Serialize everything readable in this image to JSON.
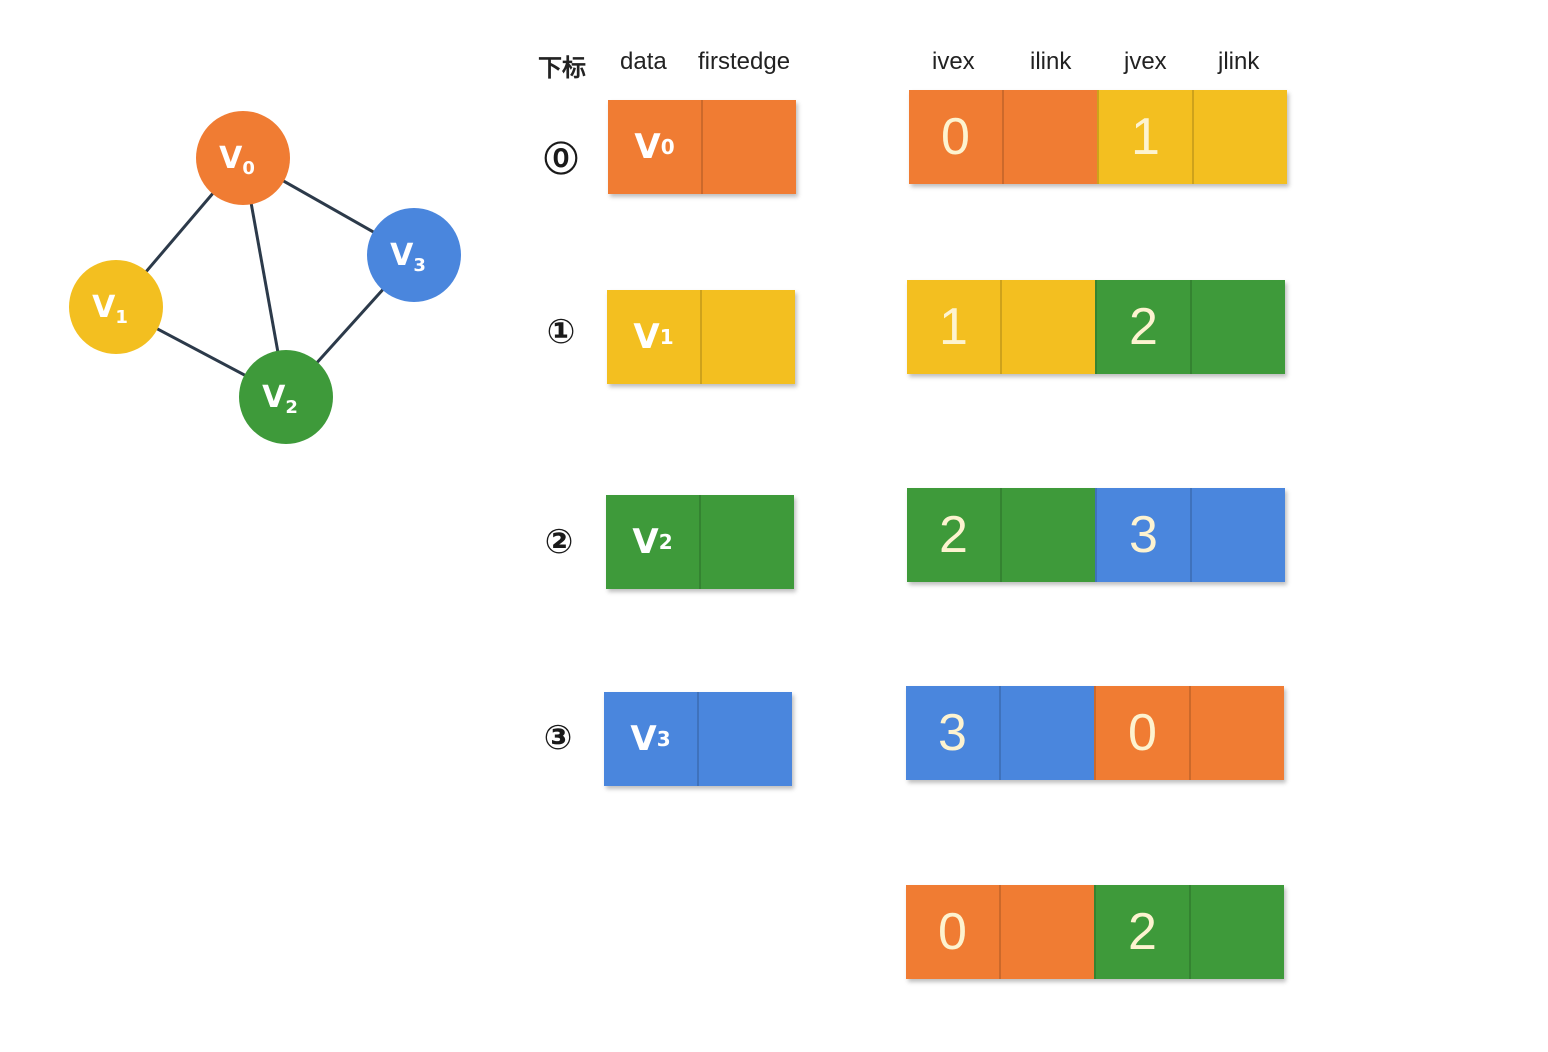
{
  "colors": {
    "orange": "#f07c33",
    "yellow": "#f3bf20",
    "green": "#3e9a3a",
    "blue": "#4a86dd",
    "edge_line": "#2c3a4a"
  },
  "graph": {
    "nodes": [
      {
        "id": "V0",
        "main": "V",
        "sub": "0",
        "color": "orange"
      },
      {
        "id": "V1",
        "main": "V",
        "sub": "1",
        "color": "yellow"
      },
      {
        "id": "V2",
        "main": "V",
        "sub": "2",
        "color": "green"
      },
      {
        "id": "V3",
        "main": "V",
        "sub": "3",
        "color": "blue"
      }
    ],
    "edges": [
      [
        "V0",
        "V1"
      ],
      [
        "V0",
        "V2"
      ],
      [
        "V0",
        "V3"
      ],
      [
        "V1",
        "V2"
      ],
      [
        "V2",
        "V3"
      ]
    ]
  },
  "vertex_table": {
    "headers": {
      "index": "下标",
      "data": "data",
      "firstedge": "firstedge"
    },
    "rows": [
      {
        "index": "⓪",
        "data_main": "V",
        "data_sub": "0",
        "color": "orange"
      },
      {
        "index": "①",
        "data_main": "V",
        "data_sub": "1",
        "color": "yellow"
      },
      {
        "index": "②",
        "data_main": "V",
        "data_sub": "2",
        "color": "green"
      },
      {
        "index": "③",
        "data_main": "V",
        "data_sub": "3",
        "color": "blue"
      }
    ]
  },
  "edge_table": {
    "headers": {
      "ivex": "ivex",
      "ilink": "ilink",
      "jvex": "jvex",
      "jlink": "jlink"
    },
    "rows": [
      {
        "ivex": "0",
        "jvex": "1",
        "i_color": "orange",
        "j_color": "yellow"
      },
      {
        "ivex": "1",
        "jvex": "2",
        "i_color": "yellow",
        "j_color": "green"
      },
      {
        "ivex": "2",
        "jvex": "3",
        "i_color": "green",
        "j_color": "blue"
      },
      {
        "ivex": "3",
        "jvex": "0",
        "i_color": "blue",
        "j_color": "orange"
      },
      {
        "ivex": "0",
        "jvex": "2",
        "i_color": "orange",
        "j_color": "green"
      }
    ]
  }
}
